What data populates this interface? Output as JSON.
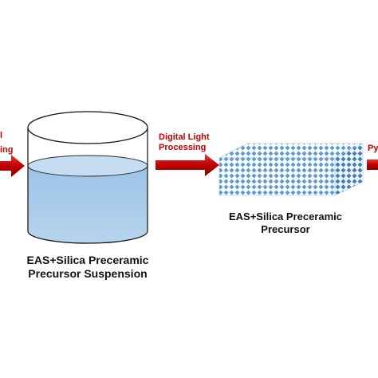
{
  "left_arrow": {
    "line1": "l",
    "line2": "ing"
  },
  "suspension": {
    "line1": "EAS+Silica Preceramic",
    "line2": "Precursor Suspension"
  },
  "middle_arrow": {
    "line1": "Digital Light",
    "line2": "Processing"
  },
  "precursor": {
    "line1": "EAS+Silica Preceramic",
    "line2": "Precursor"
  },
  "right_arrow": {
    "text": "Py"
  },
  "colors": {
    "arrow": "#c00000",
    "liquid": "#9cc3e6",
    "text": "#111111"
  }
}
